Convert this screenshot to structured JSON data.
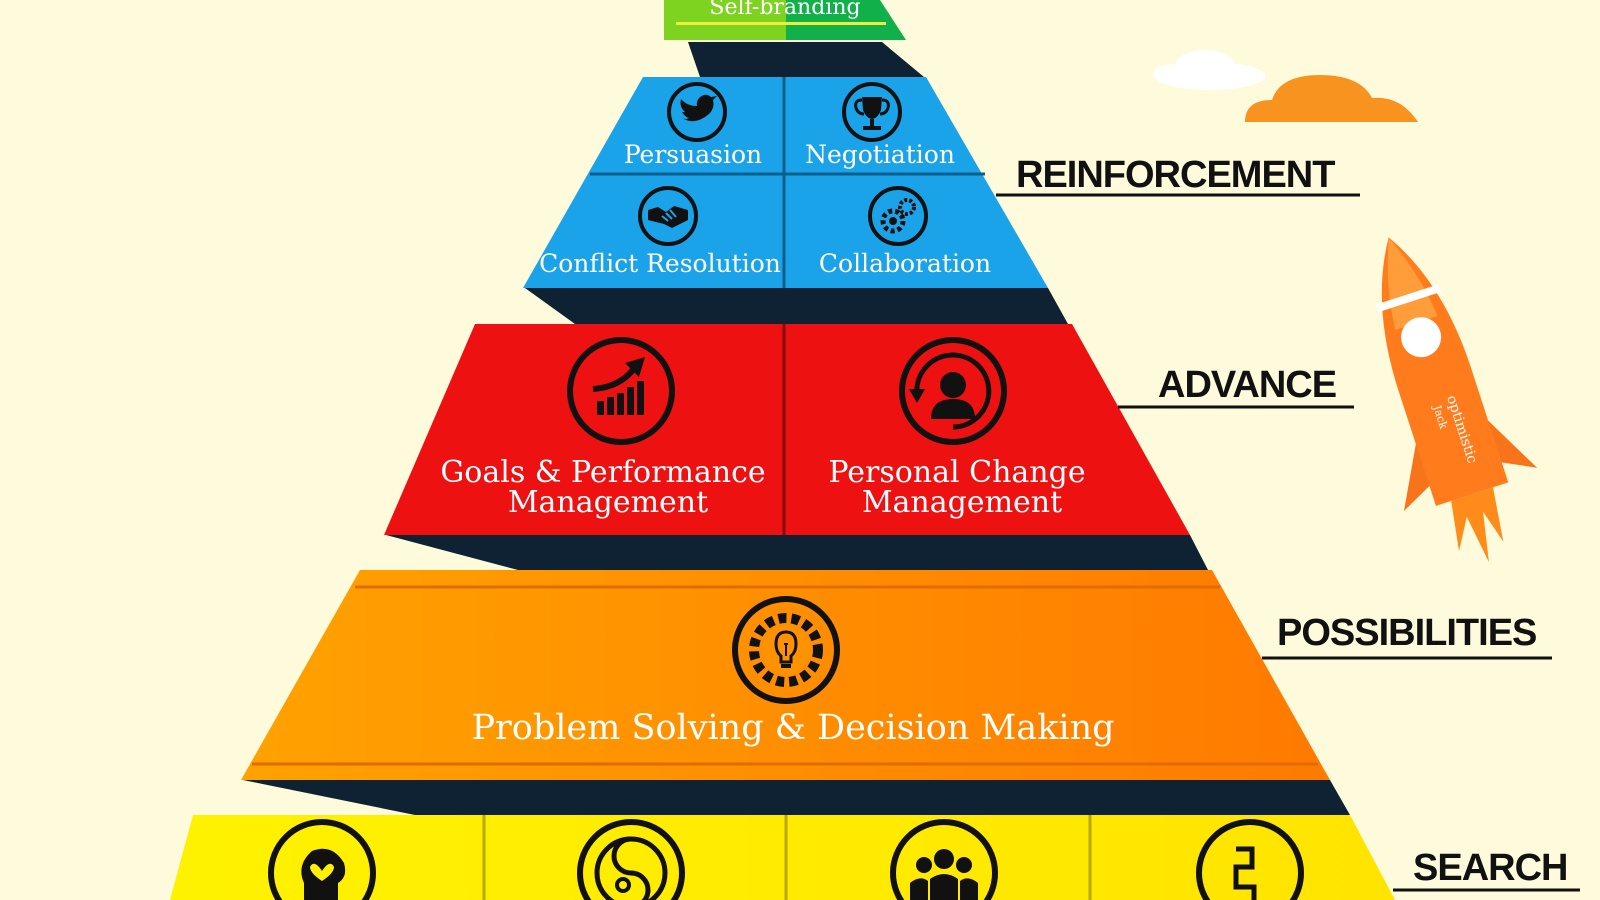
{
  "pyramid": {
    "top": {
      "label": "Self-branding"
    },
    "reinforcement": {
      "cells": [
        {
          "label": "Persuasion",
          "icon": "twitter-bird-icon"
        },
        {
          "label": "Negotiation",
          "icon": "trophy-icon"
        },
        {
          "label": "Conflict Resolution",
          "icon": "handshake-icon"
        },
        {
          "label": "Collaboration",
          "icon": "gears-icon"
        }
      ]
    },
    "advance": {
      "cells": [
        {
          "label_line1": "Goals & Performance",
          "label_line2": "Management",
          "icon": "growth-chart-icon"
        },
        {
          "label_line1": "Personal Change",
          "label_line2": "Management",
          "icon": "person-cycle-icon"
        }
      ]
    },
    "possibilities": {
      "cells": [
        {
          "label": "Problem Solving & Decision Making",
          "icon": "lightbulb-gear-icon"
        }
      ]
    },
    "search": {
      "icons": [
        "heart-head-icon",
        "yin-yang-icon",
        "team-icon",
        "steps-icon"
      ]
    }
  },
  "layer_titles": {
    "reinforcement": "REINFORCEMENT",
    "advance": "ADVANCE",
    "possibilities": "POSSIBILITIES",
    "search": "SEARCH"
  },
  "rocket": {
    "text_line1": "optimistic",
    "text_line2": "Jack"
  },
  "colors": {
    "background": "#fdfbdc",
    "green": "#7ed321",
    "blue": "#1aa3e8",
    "red": "#ee1111",
    "orange": "#ff9a00",
    "yellow": "#ffee00",
    "shadow": "#0f2233",
    "cloud_orange": "#f7931e"
  }
}
